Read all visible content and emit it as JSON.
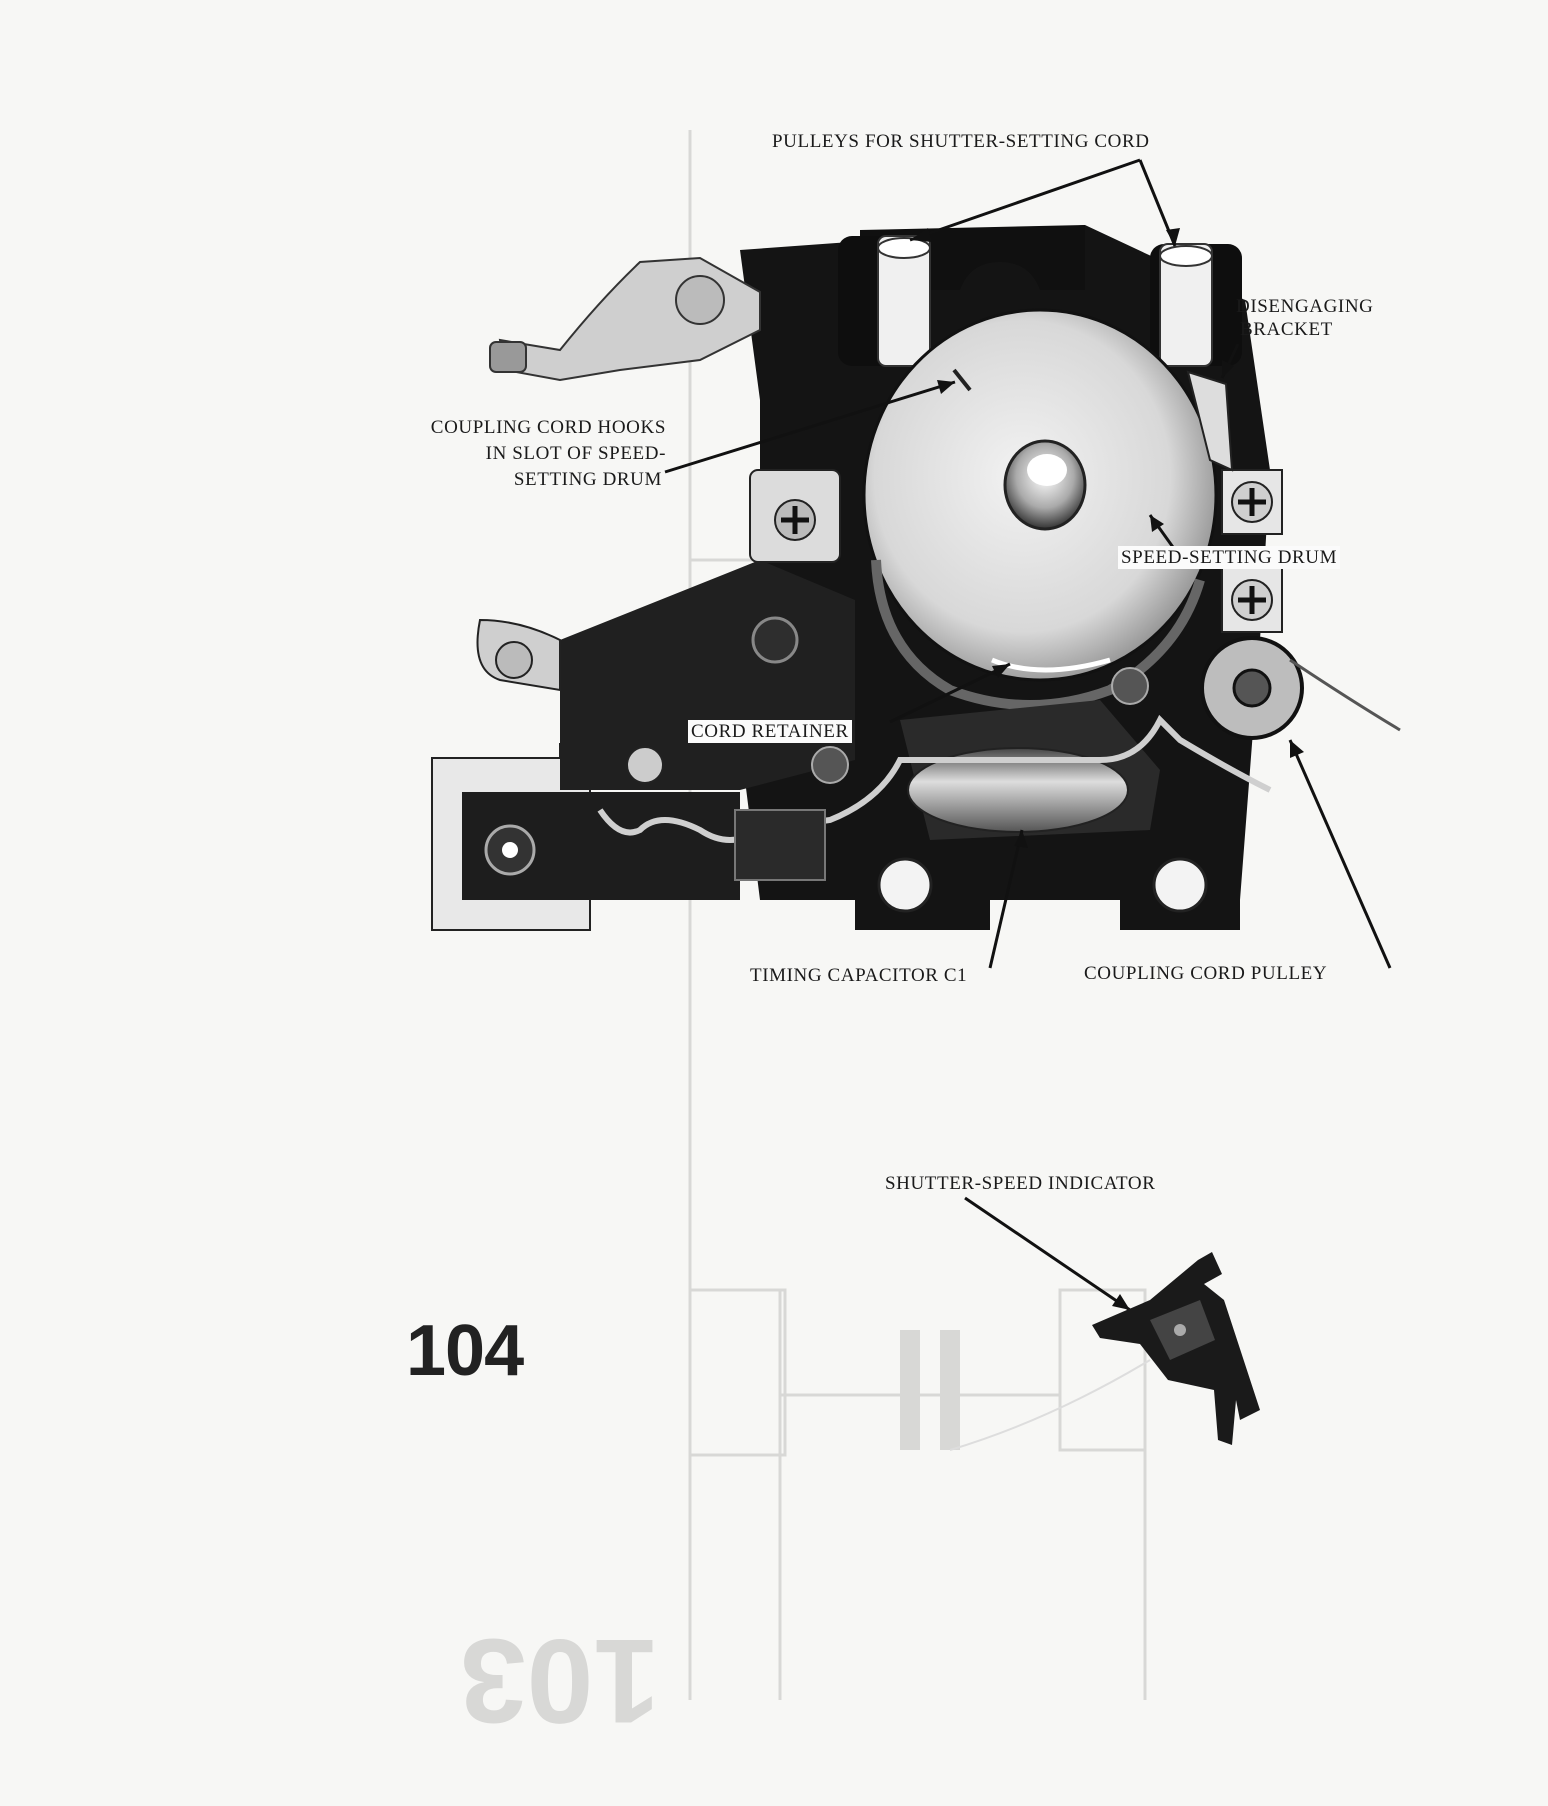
{
  "labels": {
    "pulleys": "PULLEYS FOR SHUTTER-SETTING CORD",
    "disengaging_line1": "DISENGAGING",
    "disengaging_line2": "BRACKET",
    "coupling_hooks_line1": "COUPLING CORD HOOKS",
    "coupling_hooks_line2": "IN SLOT OF SPEED-",
    "coupling_hooks_line3": "SETTING DRUM",
    "speed_setting_drum": "SPEED-SETTING DRUM",
    "cord_retainer": "CORD RETAINER",
    "timing_capacitor": "TIMING CAPACITOR C1",
    "coupling_cord_pulley": "COUPLING CORD PULLEY",
    "shutter_speed_indicator": "SHUTTER-SPEED INDICATOR"
  },
  "page_number": "104"
}
